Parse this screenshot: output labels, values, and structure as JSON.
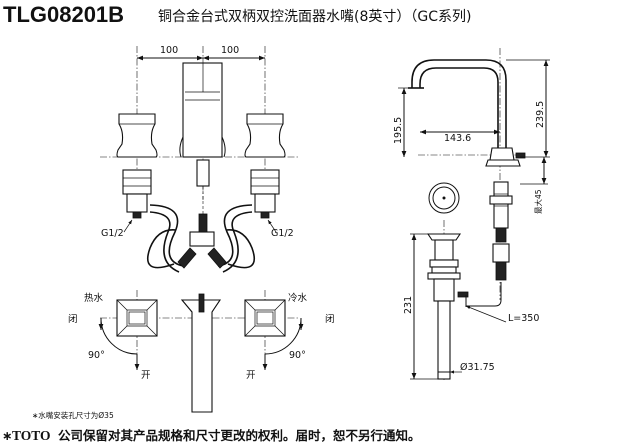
{
  "title": {
    "code": "TLG08201B",
    "description": "铜合金台式双柄双控洗面器水嘴(8英寸）（GC系列)"
  },
  "front_view": {
    "dim_left": "100",
    "dim_right": "100",
    "thread_left": "G1/2",
    "thread_right": "G1/2"
  },
  "side_view": {
    "dim_reach": "143.6",
    "dim_height_total": "239.5",
    "dim_height_spout": "195.5",
    "dim_max_thickness": "最大45",
    "dim_drain_length": "231",
    "dim_rod_length": "L=350",
    "dim_drain_diameter": "Ø31.75"
  },
  "plan_view": {
    "hot_label": "热水",
    "cold_label": "冷水",
    "closed_left": "闭",
    "closed_right": "闭",
    "angle_left": "90°",
    "angle_right": "90°",
    "open_left": "开",
    "open_right": "开",
    "note": "∗水嘴安装孔尺寸为Ø35"
  },
  "footer": {
    "star": "∗",
    "brand": "TOTO",
    "text": "公司保留对其产品规格和尺寸更改的权利。届时，恕不另行通知。"
  }
}
